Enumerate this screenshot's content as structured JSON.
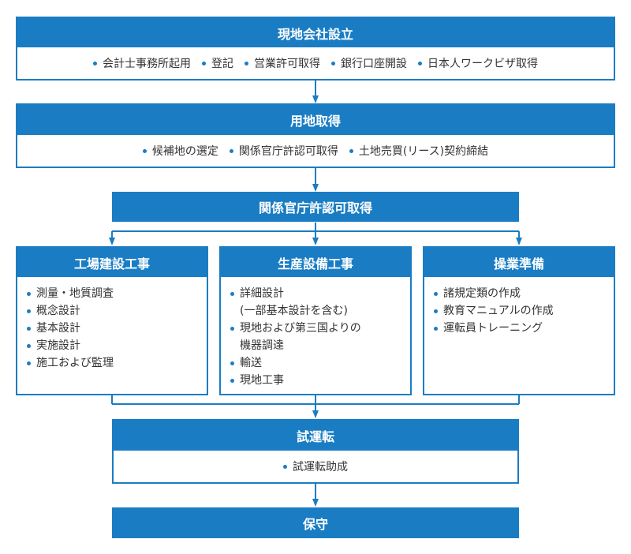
{
  "steps": {
    "establish": {
      "title": "現地会社設立",
      "items": [
        "会計士事務所起用",
        "登記",
        "営業許可取得",
        "銀行口座開設",
        "日本人ワークビザ取得"
      ]
    },
    "land": {
      "title": "用地取得",
      "items": [
        "候補地の選定",
        "関係官庁許認可取得",
        "土地売買(リース)契約締結"
      ]
    },
    "permits": {
      "title": "関係官庁許認可取得"
    },
    "factory": {
      "title": "工場建設工事",
      "items": [
        "測量・地質調査",
        "概念設計",
        "基本設計",
        "実施設計",
        "施工および監理"
      ]
    },
    "production": {
      "title": "生産設備工事",
      "items": [
        "詳細設計",
        "(一部基本設計を含む)",
        "現地および第三国よりの",
        "機器調達",
        "輸送",
        "現地工事"
      ]
    },
    "operations": {
      "title": "操業準備",
      "items": [
        "諸規定類の作成",
        "教育マニュアルの作成",
        "運転員トレーニング"
      ]
    },
    "trial": {
      "title": "試運転",
      "items": [
        "試運転助成"
      ]
    },
    "maintenance": {
      "title": "保守"
    }
  },
  "colors": {
    "accent": "#1a7dc4",
    "text": "#333333"
  }
}
